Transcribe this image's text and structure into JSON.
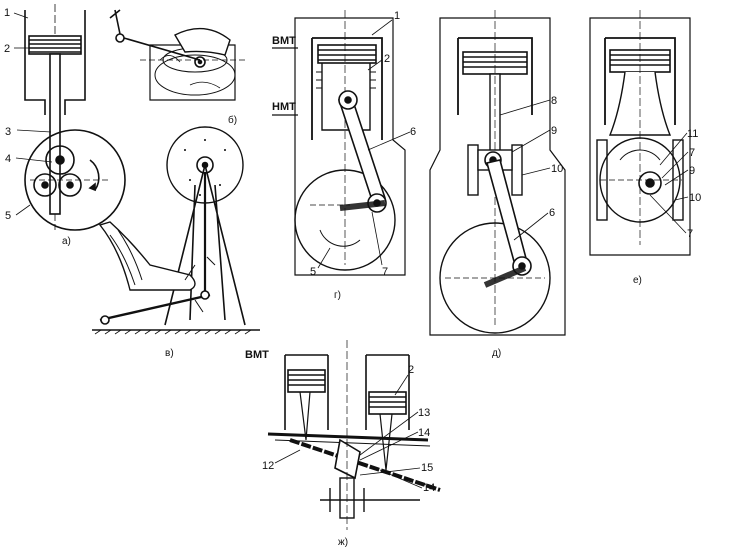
{
  "labels": {
    "tdc": "ВМТ",
    "bdc": "НМТ",
    "n1": "1",
    "n2": "2",
    "n3": "3",
    "n4": "4",
    "n5": "5",
    "n6": "6",
    "n7": "7",
    "n8": "8",
    "n9": "9",
    "n10": "10",
    "n11": "11",
    "n12": "12",
    "n13": "13",
    "n14": "14",
    "n15": "15"
  },
  "captions": {
    "a": "а)",
    "b": "б)",
    "v": "в)",
    "g": "г)",
    "d": "д)",
    "e": "е)",
    "zh": "ж)"
  }
}
